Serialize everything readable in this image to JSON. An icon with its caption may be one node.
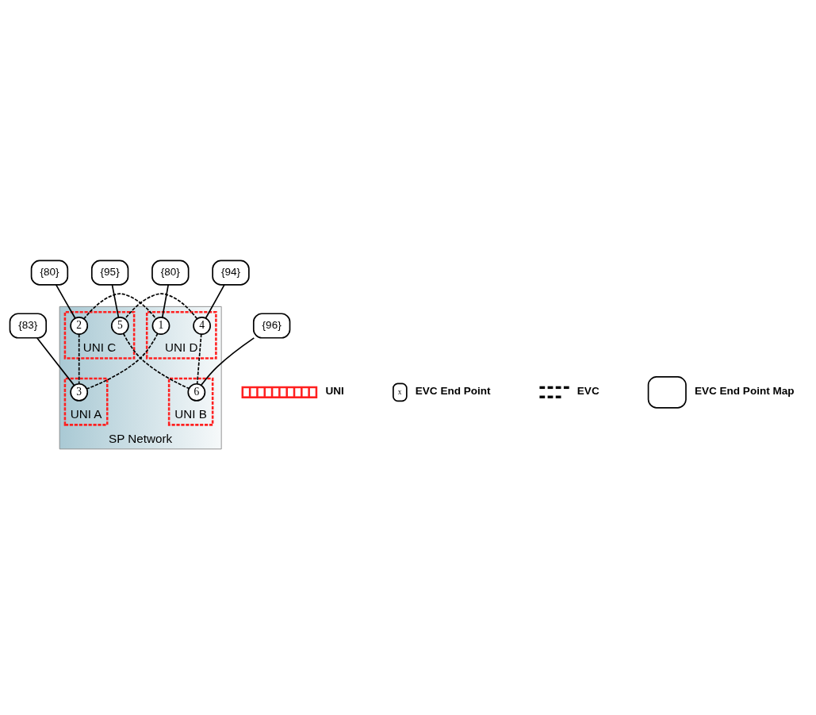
{
  "diagram": {
    "nodes": [
      {
        "text": [
          "SP Network"
        ]
      },
      {
        "text": [
          "UNI C"
        ],
        "in": 0
      },
      {
        "text": [
          "5"
        ],
        "in": 1
      },
      {
        "text": [
          "2"
        ],
        "in": 1
      },
      {
        "text": [
          "UNI D"
        ],
        "in": 0
      },
      {
        "text": [
          "1"
        ],
        "in": 4
      },
      {
        "text": [
          "4"
        ],
        "in": 4
      },
      {
        "text": [
          "UNI A"
        ],
        "in": 0
      },
      {
        "text": [
          "3"
        ],
        "in": 7
      },
      {
        "text": [
          "UNI B"
        ],
        "in": 0
      },
      {
        "text": [
          "6"
        ],
        "in": 9
      },
      {
        "text": [
          "{95}"
        ]
      },
      {
        "text": [
          "{80}"
        ]
      },
      {
        "text": [
          "{80}"
        ]
      },
      {
        "text": [
          "{83}"
        ]
      },
      {
        "text": [
          "{94}"
        ]
      },
      {
        "text": [
          "{96}"
        ]
      }
    ],
    "edges": [
      {
        "from": 5,
        "to": 8,
        "arrow": "none",
        "style": "dashed"
      },
      {
        "from": 3,
        "to": 5,
        "arrow": "none",
        "style": "dashed"
      },
      {
        "from": 3,
        "to": 8,
        "arrow": "none",
        "style": "dashed"
      },
      {
        "from": 2,
        "to": 10,
        "arrow": "none",
        "style": "dashed"
      },
      {
        "from": 6,
        "to": 2,
        "arrow": "none",
        "style": "dashed"
      },
      {
        "from": 6,
        "to": 10,
        "arrow": "none",
        "style": "dashed"
      },
      {
        "from": 11,
        "to": 2,
        "arrow": "none"
      },
      {
        "from": 12,
        "to": 3,
        "arrow": "none"
      },
      {
        "from": 13,
        "to": 5,
        "arrow": "none"
      },
      {
        "from": 14,
        "to": 8,
        "arrow": "none"
      },
      {
        "from": 15,
        "to": 6,
        "arrow": "none"
      },
      {
        "from": 16,
        "to": 10,
        "arrow": "none"
      }
    ],
    "labels": [
      "x"
    ],
    "legend": [
      {
        "text": "UNI"
      },
      {
        "text": "EVC End Point"
      },
      {
        "text": "EVC"
      },
      {
        "text": "EVC End Point Map"
      }
    ]
  }
}
